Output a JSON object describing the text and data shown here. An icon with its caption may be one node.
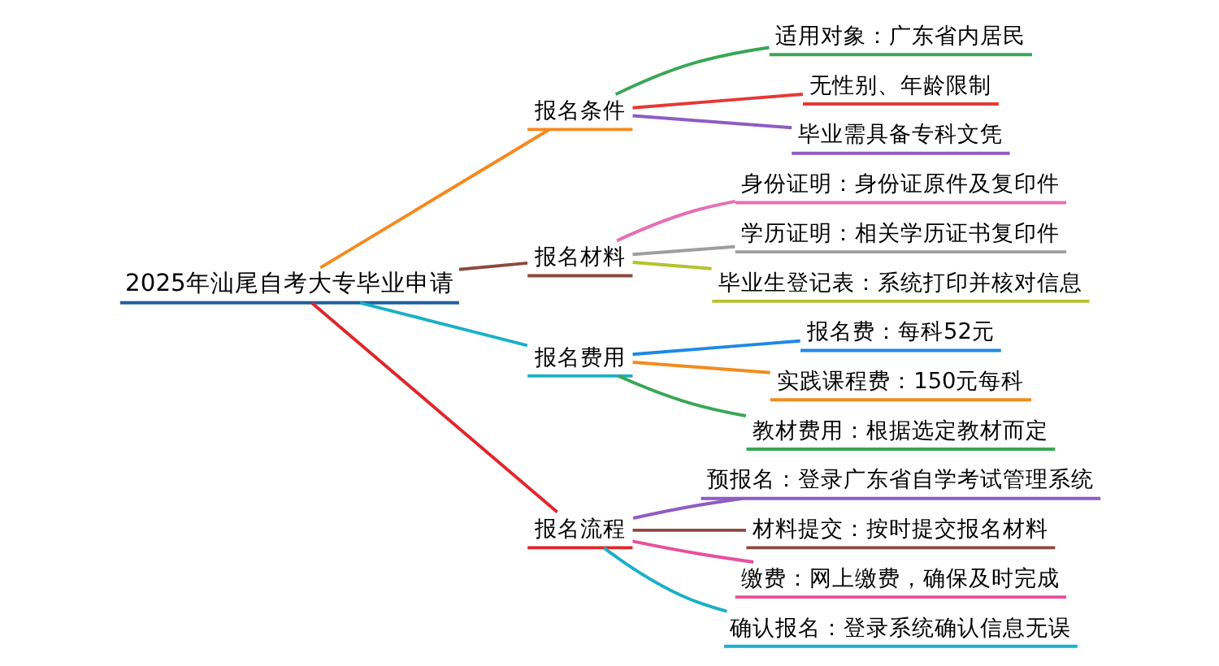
{
  "diagram": {
    "nodes": [
      {
        "text": [
          "2025年汕尾自考大专毕业申请"
        ]
      },
      {
        "text": [
          "报名条件"
        ]
      },
      {
        "text": [
          "适用对象：广东省内居民"
        ]
      },
      {
        "text": [
          "无性别、年龄限制"
        ]
      },
      {
        "text": [
          "毕业需具备专科文凭"
        ]
      },
      {
        "text": [
          "报名材料"
        ]
      },
      {
        "text": [
          "身份证明：身份证原件及复印件"
        ]
      },
      {
        "text": [
          "学历证明：相关学历证书复印件"
        ]
      },
      {
        "text": [
          "毕业生登记表：系统打印并核对信息"
        ]
      },
      {
        "text": [
          "报名费用"
        ]
      },
      {
        "text": [
          "报名费：每科52元"
        ]
      },
      {
        "text": [
          "实践课程费：150元每科"
        ]
      },
      {
        "text": [
          "教材费用：根据选定教材而定"
        ]
      },
      {
        "text": [
          "报名流程"
        ]
      },
      {
        "text": [
          "预报名：登录广东省自学考试管理系统"
        ]
      },
      {
        "text": [
          "材料提交：按时提交报名材料"
        ]
      },
      {
        "text": [
          "缴费：网上缴费，确保及时完成"
        ]
      },
      {
        "text": [
          "确认报名：登录系统确认信息无误"
        ]
      }
    ],
    "edges": [
      {
        "from": 0,
        "to": 1,
        "arrow": "none",
        "color": "#f5891f"
      },
      {
        "from": 1,
        "to": 2,
        "arrow": "none",
        "color": "#3aa656"
      },
      {
        "from": 1,
        "to": 3,
        "arrow": "none",
        "color": "#e53935"
      },
      {
        "from": 1,
        "to": 4,
        "arrow": "none",
        "color": "#8e5cc4"
      },
      {
        "from": 0,
        "to": 5,
        "arrow": "none",
        "color": "#8b4a3c"
      },
      {
        "from": 5,
        "to": 6,
        "arrow": "none",
        "color": "#e76fb2"
      },
      {
        "from": 5,
        "to": 7,
        "arrow": "none",
        "color": "#9e9e9e"
      },
      {
        "from": 5,
        "to": 8,
        "arrow": "none",
        "color": "#b5c22e"
      },
      {
        "from": 0,
        "to": 9,
        "arrow": "none",
        "color": "#1ab0c8"
      },
      {
        "from": 9,
        "to": 10,
        "arrow": "none",
        "color": "#1e88e5"
      },
      {
        "from": 9,
        "to": 11,
        "arrow": "none",
        "color": "#f08c1e"
      },
      {
        "from": 9,
        "to": 12,
        "arrow": "none",
        "color": "#3aa656"
      },
      {
        "from": 0,
        "to": 13,
        "arrow": "none",
        "color": "#e0262b"
      },
      {
        "from": 13,
        "to": 14,
        "arrow": "none",
        "color": "#8e5cc4"
      },
      {
        "from": 13,
        "to": 15,
        "arrow": "none",
        "color": "#8b4a3c"
      },
      {
        "from": 13,
        "to": 16,
        "arrow": "none",
        "color": "#e94e9b"
      },
      {
        "from": 13,
        "to": 17,
        "arrow": "none",
        "color": "#1ab0c8"
      }
    ]
  }
}
